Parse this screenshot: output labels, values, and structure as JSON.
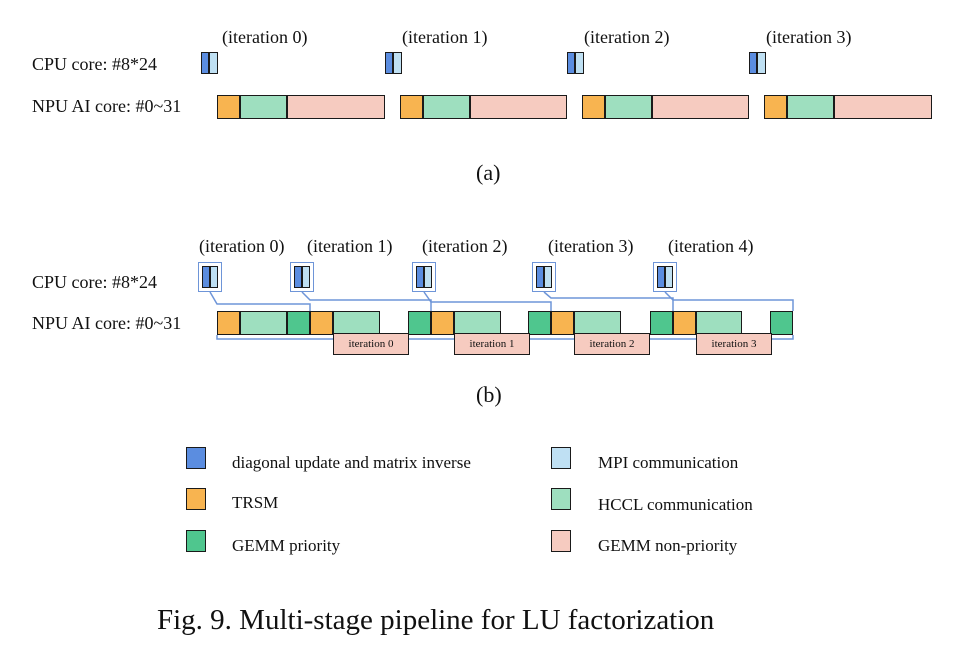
{
  "colors": {
    "diag": "#5b8de0",
    "mpi": "#bfe0f3",
    "trsm": "#f8b450",
    "hccl": "#9edfbf",
    "gemm_priority": "#4fc68e",
    "gemm_nonpriority": "#f6cbc0",
    "wire": "#6e95d8"
  },
  "panel_a": {
    "cpu_label": "CPU core: #8*24",
    "npu_label": "NPU AI core: #0~31",
    "iterations": [
      "(iteration 0)",
      "(iteration 1)",
      "(iteration 2)",
      "(iteration 3)"
    ],
    "sublabel": "(a)"
  },
  "panel_b": {
    "cpu_label": "CPU core: #8*24",
    "npu_label": "NPU AI core: #0~31",
    "iterations": [
      "(iteration 0)",
      "(iteration 1)",
      "(iteration 2)",
      "(iteration 3)",
      "(iteration 4)"
    ],
    "nonpriority_labels": [
      "iteration 0",
      "iteration 1",
      "iteration 2",
      "iteration 3"
    ],
    "sublabel": "(b)"
  },
  "legend": [
    {
      "key": "diag",
      "label": "diagonal update and matrix inverse"
    },
    {
      "key": "mpi",
      "label": "MPI communication"
    },
    {
      "key": "trsm",
      "label": "TRSM"
    },
    {
      "key": "hccl",
      "label": "HCCL communication"
    },
    {
      "key": "gemm_priority",
      "label": "GEMM priority"
    },
    {
      "key": "gemm_nonpriority",
      "label": "GEMM non-priority"
    }
  ],
  "caption": "Fig. 9.  Multi-stage pipeline for LU factorization"
}
